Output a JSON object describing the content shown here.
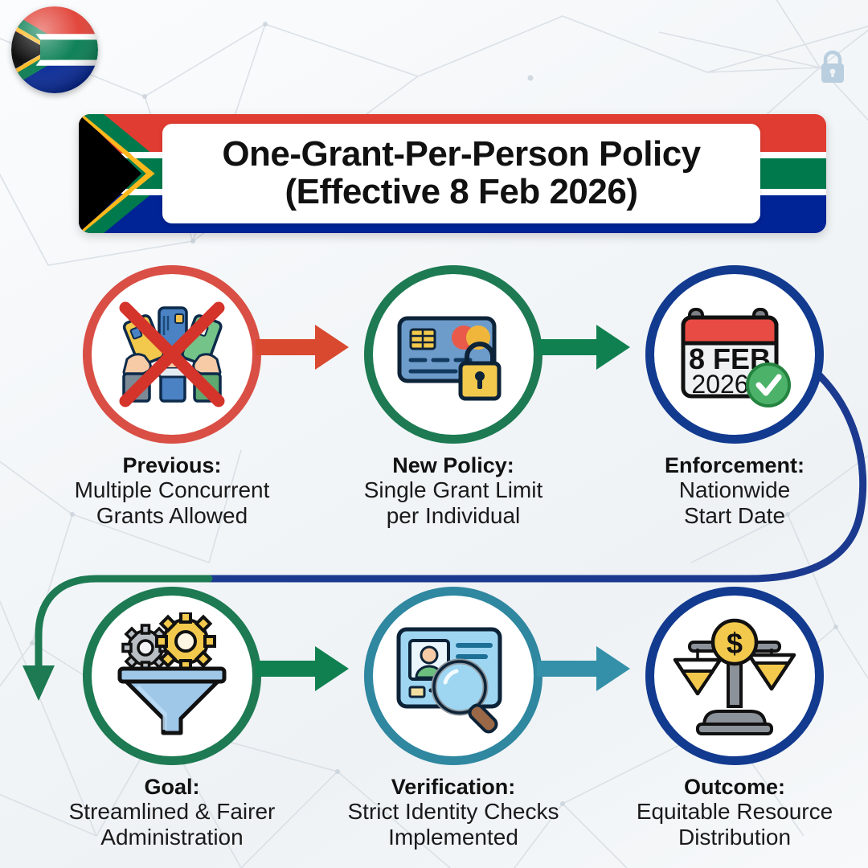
{
  "meta": {
    "logo_icon": "south-africa-flag-circle-icon",
    "watermark_icon": "padlock-watermark-icon",
    "background_pattern": "network-lines-pattern"
  },
  "colors": {
    "flag_red": "#e03c31",
    "flag_green": "#007a4d",
    "flag_blue": "#002395",
    "flag_gold": "#ffb81c",
    "flag_black": "#000000",
    "flag_white": "#ffffff",
    "node_red": "#d94f45",
    "node_green": "#1d7a52",
    "node_navy": "#123a8f",
    "node_teal": "#2f87a0",
    "arrow_red": "#d9492f",
    "arrow_green": "#118050",
    "arrow_teal": "#3490a8",
    "curve_navy": "#1b3a8f",
    "curve_green": "#1d7a52",
    "text_dark": "#111111",
    "card_white": "#ffffff"
  },
  "banner": {
    "title_line1": "One-Grant-Per-Person Policy",
    "title_line2": "(Effective 8 Feb 2026)"
  },
  "calendar_icon_text": {
    "day_month": "8 FEB",
    "year": "2026"
  },
  "nodes": [
    {
      "index": 1,
      "icon": "no-multiple-cards-icon",
      "ring_color": "#d94f45",
      "cap_title": "Previous:",
      "cap_body": "Multiple Concurrent\nGrants Allowed"
    },
    {
      "index": 2,
      "icon": "secured-bank-card-icon",
      "ring_color": "#1d7a52",
      "cap_title": "New Policy:",
      "cap_body": "Single Grant Limit\nper Individual"
    },
    {
      "index": 3,
      "icon": "calendar-check-icon",
      "ring_color": "#123a8f",
      "cap_title": "Enforcement:",
      "cap_body": "Nationwide\nStart Date"
    },
    {
      "index": 4,
      "icon": "funnel-gears-icon",
      "ring_color": "#1d7a52",
      "cap_title": "Goal:",
      "cap_body": "Streamlined & Fairer\nAdministration"
    },
    {
      "index": 5,
      "icon": "id-card-magnifier-icon",
      "ring_color": "#2f87a0",
      "cap_title": "Verification:",
      "cap_body": "Strict Identity Checks\nImplemented"
    },
    {
      "index": 6,
      "icon": "balance-scales-coin-icon",
      "ring_color": "#123a8f",
      "cap_title": "Outcome:",
      "cap_body": "Equitable Resource\nDistribution"
    }
  ],
  "connectors": [
    {
      "name": "arrow-previous-to-new-policy",
      "icon": "right-arrow-icon",
      "color": "#d9492f"
    },
    {
      "name": "arrow-new-policy-to-enforcement",
      "icon": "right-arrow-icon",
      "color": "#118050"
    },
    {
      "name": "arrow-goal-to-verification",
      "icon": "right-arrow-icon",
      "color": "#118050"
    },
    {
      "name": "arrow-verification-to-outcome",
      "icon": "right-arrow-icon",
      "color": "#3490a8"
    },
    {
      "name": "curve-enforcement-to-goal",
      "icon": "curved-arrow-icon",
      "color": "#1b3a8f"
    }
  ]
}
